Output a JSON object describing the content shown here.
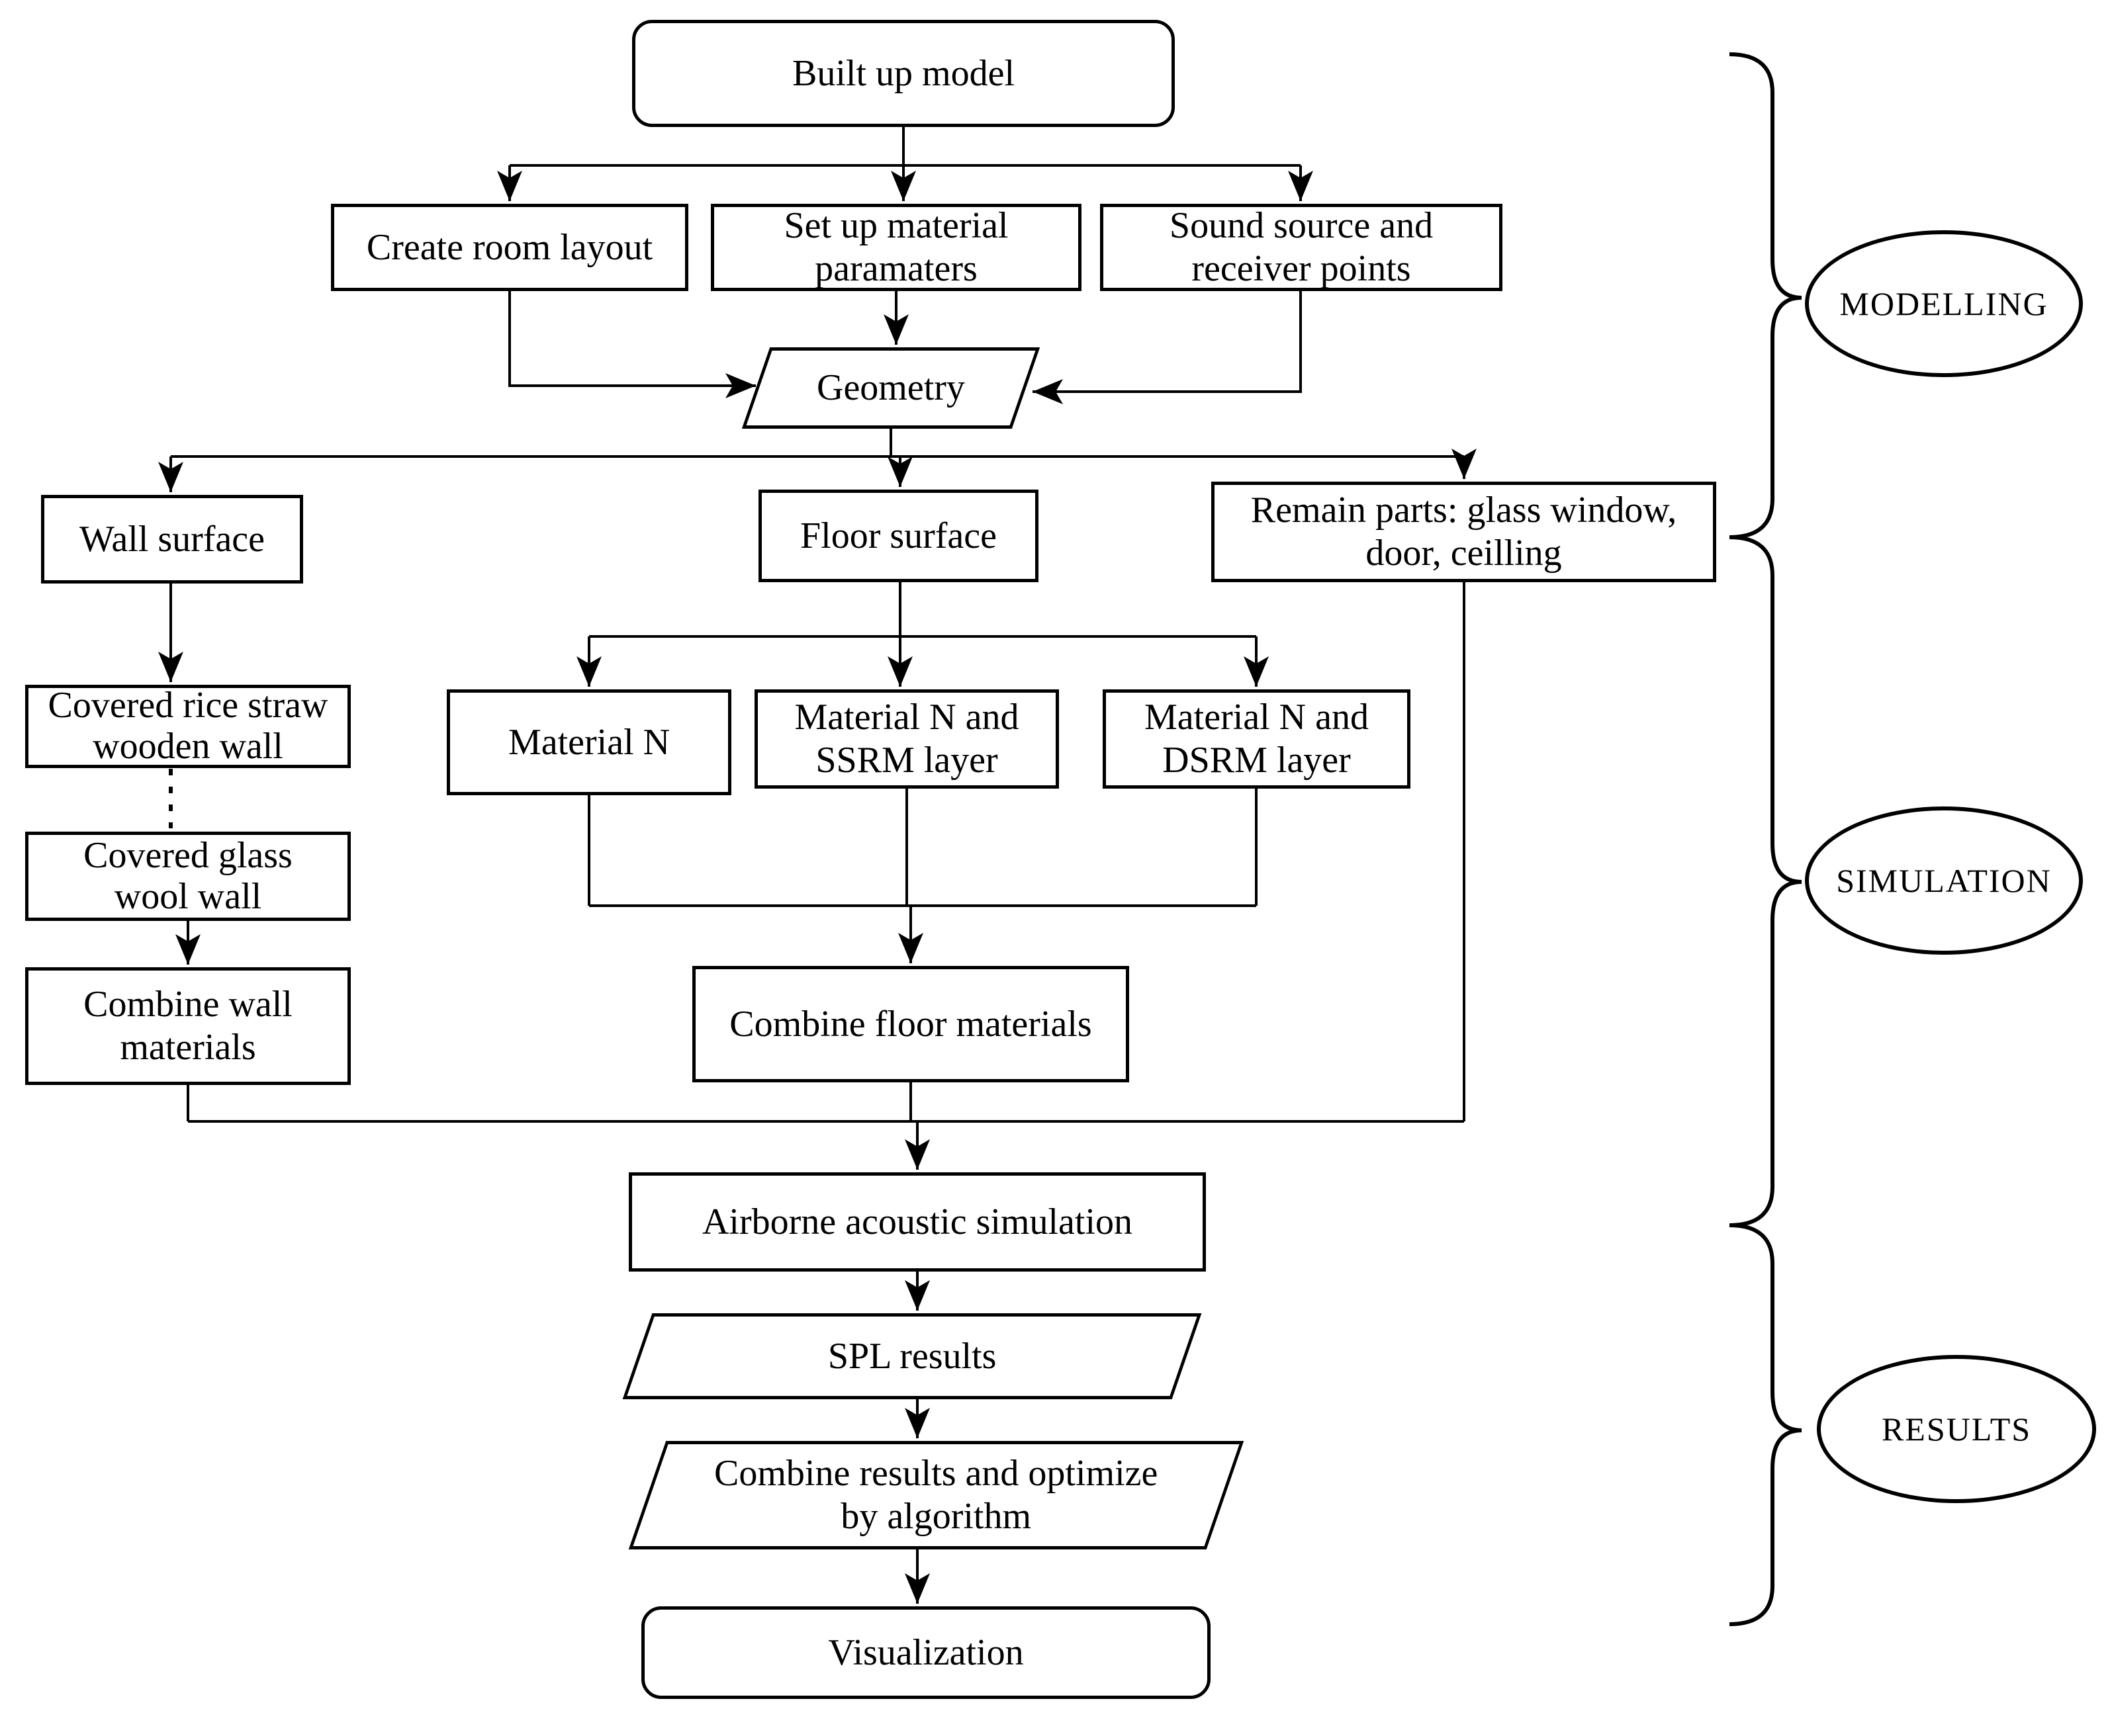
{
  "diagram": {
    "colors": {
      "stroke": "#000000",
      "background": "#ffffff"
    },
    "nodes": {
      "built_up_model": {
        "label": "Built up model"
      },
      "create_room_layout": {
        "label": "Create room layout"
      },
      "set_up_material": {
        "label": "Set up material\nparamaters"
      },
      "sound_source": {
        "label": "Sound source and\nreceiver points"
      },
      "geometry": {
        "label": "Geometry"
      },
      "wall_surface": {
        "label": "Wall surface"
      },
      "floor_surface": {
        "label": "Floor surface"
      },
      "remain_parts": {
        "label": "Remain parts: glass window,\ndoor, ceilling"
      },
      "covered_rice_straw": {
        "label": "Covered rice straw\nwooden wall"
      },
      "material_n": {
        "label": "Material N"
      },
      "material_n_ssrm": {
        "label": "Material N and\nSSRM layer"
      },
      "material_n_dsrm": {
        "label": "Material N and\nDSRM layer"
      },
      "covered_glass_wool": {
        "label": "Covered glass\nwool wall"
      },
      "combine_wall": {
        "label": "Combine wall\nmaterials"
      },
      "combine_floor": {
        "label": "Combine floor materials"
      },
      "airborne": {
        "label": "Airborne acoustic simulation"
      },
      "spl_results": {
        "label": "SPL results"
      },
      "combine_results": {
        "label": "Combine results and optimize\nby algorithm"
      },
      "visualization": {
        "label": "Visualization"
      }
    },
    "stages": {
      "modelling": {
        "label": "MODELLING"
      },
      "simulation": {
        "label": "SIMULATION"
      },
      "results": {
        "label": "RESULTS"
      }
    }
  }
}
